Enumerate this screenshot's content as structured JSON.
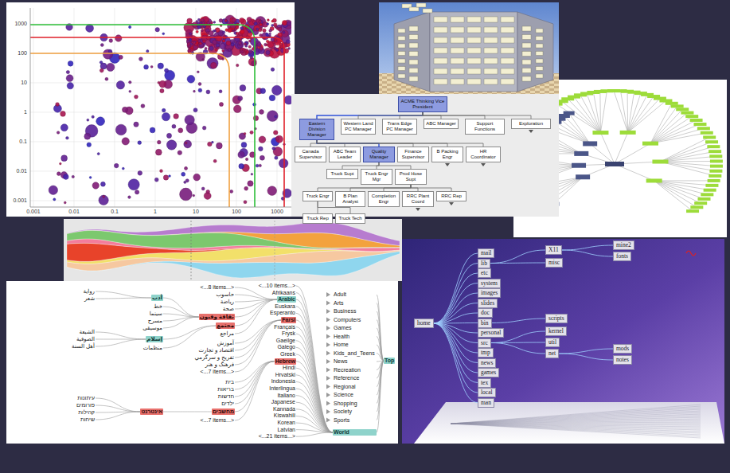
{
  "diagram": {
    "nodes": [
      {
        "text": [
          "ACME Thinking Vice President"
        ]
      },
      {
        "text": [
          "Eastern Division Manager"
        ]
      },
      {
        "text": [
          "Western Land PC Manager"
        ]
      },
      {
        "text": [
          "Trans Edge PC Manager"
        ]
      },
      {
        "text": [
          "ABC Manager"
        ]
      },
      {
        "text": [
          "Support Functions"
        ]
      },
      {
        "text": [
          "Exploration"
        ]
      },
      {
        "text": [
          "Canada Supervisor"
        ]
      },
      {
        "text": [
          "ABC Team Leader"
        ]
      },
      {
        "text": [
          "Quality Manager"
        ]
      },
      {
        "text": [
          "Finance Supervisor"
        ]
      },
      {
        "text": [
          "B Packing Engr"
        ]
      },
      {
        "text": [
          "HR Coordinator"
        ]
      },
      {
        "text": [
          "Truck Supt"
        ]
      },
      {
        "text": [
          "Truck Engr Mgr"
        ]
      },
      {
        "text": [
          "Prod Hose Supt"
        ]
      },
      {
        "text": [
          "Truck Engr"
        ]
      },
      {
        "text": [
          "B Plan Analyst"
        ]
      },
      {
        "text": [
          "Completion Engr"
        ]
      },
      {
        "text": [
          "RRC Plant Coord"
        ]
      },
      {
        "text": [
          "RRC Rep"
        ]
      },
      {
        "text": [
          "Truck Rep"
        ]
      },
      {
        "text": [
          "Truck Tech"
        ]
      },
      {
        "text": [
          "Top"
        ]
      },
      {
        "text": [
          "Adult"
        ]
      },
      {
        "text": [
          "Arts"
        ]
      },
      {
        "text": [
          "Business"
        ]
      },
      {
        "text": [
          "Computers"
        ]
      },
      {
        "text": [
          "Games"
        ]
      },
      {
        "text": [
          "Health"
        ]
      },
      {
        "text": [
          "Home"
        ]
      },
      {
        "text": [
          "Kids_and_Teens"
        ]
      },
      {
        "text": [
          "News"
        ]
      },
      {
        "text": [
          "Recreation"
        ]
      },
      {
        "text": [
          "Reference"
        ]
      },
      {
        "text": [
          "Regional"
        ]
      },
      {
        "text": [
          "Science"
        ]
      },
      {
        "text": [
          "Shopping"
        ]
      },
      {
        "text": [
          "Society"
        ]
      },
      {
        "text": [
          "Sports"
        ]
      },
      {
        "text": [
          "World"
        ]
      },
      {
        "text": [
          "<...10 items...>"
        ]
      },
      {
        "text": [
          "Afrikaans"
        ]
      },
      {
        "text": [
          "Arabic"
        ]
      },
      {
        "text": [
          "Euskara"
        ]
      },
      {
        "text": [
          "Esperanto"
        ]
      },
      {
        "text": [
          "Farsi"
        ]
      },
      {
        "text": [
          "Français"
        ]
      },
      {
        "text": [
          "Frysk"
        ]
      },
      {
        "text": [
          "Gaeilge"
        ]
      },
      {
        "text": [
          "Galego"
        ]
      },
      {
        "text": [
          "Greek"
        ]
      },
      {
        "text": [
          "Hebrew"
        ]
      },
      {
        "text": [
          "Hindi"
        ]
      },
      {
        "text": [
          "Hrvatski"
        ]
      },
      {
        "text": [
          "Indonesia"
        ]
      },
      {
        "text": [
          "Interlingua"
        ]
      },
      {
        "text": [
          "Italiano"
        ]
      },
      {
        "text": [
          "Japanese"
        ]
      },
      {
        "text": [
          "Kannada"
        ]
      },
      {
        "text": [
          "Kiswahili"
        ]
      },
      {
        "text": [
          "Korean"
        ]
      },
      {
        "text": [
          "Latvian"
        ]
      },
      {
        "text": [
          "<...21 items...>"
        ]
      },
      {
        "text": [
          "<...8 items...>"
        ]
      },
      {
        "text": [
          "حاسوب"
        ]
      },
      {
        "text": [
          "رياضة"
        ]
      },
      {
        "text": [
          "صحة"
        ]
      },
      {
        "text": [
          "ثقافة وفنون"
        ]
      },
      {
        "text": [
          "مجتمع"
        ]
      },
      {
        "text": [
          "مراجع"
        ]
      },
      {
        "text": [
          "آموزش"
        ]
      },
      {
        "text": [
          "اقتصاد و تجارت"
        ]
      },
      {
        "text": [
          "تفريح و سرگرمي"
        ]
      },
      {
        "text": [
          "فرهنگ و هنر"
        ]
      },
      {
        "text": [
          "<...7 items...>"
        ]
      },
      {
        "text": [
          "בית"
        ]
      },
      {
        "text": [
          "בריאות"
        ]
      },
      {
        "text": [
          "חדשות"
        ]
      },
      {
        "text": [
          "ילדים"
        ]
      },
      {
        "text": [
          "מחשבים"
        ]
      },
      {
        "text": [
          "<...7 items...>"
        ]
      },
      {
        "text": [
          "أدب"
        ]
      },
      {
        "text": [
          "خط"
        ]
      },
      {
        "text": [
          "سينما"
        ]
      },
      {
        "text": [
          "مسرح"
        ]
      },
      {
        "text": [
          "موسيقى"
        ]
      },
      {
        "text": [
          "إسلام"
        ]
      },
      {
        "text": [
          "منظمات"
        ]
      },
      {
        "text": [
          "אינטרנט"
        ]
      },
      {
        "text": [
          "رواية"
        ]
      },
      {
        "text": [
          "شعر"
        ]
      },
      {
        "text": [
          "الشيعة"
        ]
      },
      {
        "text": [
          "الصوفية"
        ]
      },
      {
        "text": [
          "أهل السنة"
        ]
      },
      {
        "text": [
          "עיתונות"
        ]
      },
      {
        "text": [
          "פורומים"
        ]
      },
      {
        "text": [
          "קהילות"
        ]
      },
      {
        "text": [
          "שיחות"
        ]
      },
      {
        "text": [
          "home"
        ]
      },
      {
        "text": [
          "mail"
        ]
      },
      {
        "text": [
          "lib"
        ]
      },
      {
        "text": [
          "etc"
        ]
      },
      {
        "text": [
          "system"
        ]
      },
      {
        "text": [
          "images"
        ]
      },
      {
        "text": [
          "slides"
        ]
      },
      {
        "text": [
          "doc"
        ]
      },
      {
        "text": [
          "bin"
        ]
      },
      {
        "text": [
          "personal"
        ]
      },
      {
        "text": [
          "src"
        ]
      },
      {
        "text": [
          "tmp"
        ]
      },
      {
        "text": [
          "news"
        ]
      },
      {
        "text": [
          "games"
        ]
      },
      {
        "text": [
          "tex"
        ]
      },
      {
        "text": [
          "local"
        ]
      },
      {
        "text": [
          "man"
        ]
      },
      {
        "text": [
          "X11"
        ]
      },
      {
        "text": [
          "misc"
        ]
      },
      {
        "text": [
          "scripts"
        ]
      },
      {
        "text": [
          "kernel"
        ]
      },
      {
        "text": [
          "util"
        ]
      },
      {
        "text": [
          "net"
        ]
      },
      {
        "text": [
          "mine2"
        ]
      },
      {
        "text": [
          "fonts"
        ]
      },
      {
        "text": [
          "mods"
        ]
      },
      {
        "text": [
          "notes"
        ]
      }
    ],
    "edges": [
      {
        "from": 0,
        "to": 1,
        "arrow": "none"
      },
      {
        "from": 0,
        "to": 2,
        "arrow": "none"
      },
      {
        "from": 0,
        "to": 3,
        "arrow": "none"
      },
      {
        "from": 0,
        "to": 4,
        "arrow": "none"
      },
      {
        "from": 0,
        "to": 5,
        "arrow": "none"
      },
      {
        "from": 0,
        "to": 6,
        "arrow": "none"
      },
      {
        "from": 1,
        "to": 7,
        "arrow": "none"
      },
      {
        "from": 1,
        "to": 8,
        "arrow": "none"
      },
      {
        "from": 1,
        "to": 9,
        "arrow": "none"
      },
      {
        "from": 1,
        "to": 10,
        "arrow": "none"
      },
      {
        "from": 1,
        "to": 11,
        "arrow": "none"
      },
      {
        "from": 1,
        "to": 12,
        "arrow": "none"
      },
      {
        "from": 9,
        "to": 13,
        "arrow": "none"
      },
      {
        "from": 9,
        "to": 14,
        "arrow": "none"
      },
      {
        "from": 9,
        "to": 15,
        "arrow": "none"
      },
      {
        "from": 15,
        "to": 16,
        "arrow": "none"
      },
      {
        "from": 15,
        "to": 17,
        "arrow": "none"
      },
      {
        "from": 15,
        "to": 18,
        "arrow": "none"
      },
      {
        "from": 15,
        "to": 19,
        "arrow": "none"
      },
      {
        "from": 15,
        "to": 20,
        "arrow": "none"
      },
      {
        "from": 16,
        "to": 21,
        "arrow": "none"
      },
      {
        "from": 16,
        "to": 22,
        "arrow": "none"
      },
      {
        "from": 23,
        "to": 24,
        "arrow": "none"
      },
      {
        "from": 23,
        "to": 25,
        "arrow": "none"
      },
      {
        "from": 23,
        "to": 26,
        "arrow": "none"
      },
      {
        "from": 23,
        "to": 27,
        "arrow": "none"
      },
      {
        "from": 23,
        "to": 28,
        "arrow": "none"
      },
      {
        "from": 23,
        "to": 29,
        "arrow": "none"
      },
      {
        "from": 23,
        "to": 30,
        "arrow": "none"
      },
      {
        "from": 23,
        "to": 31,
        "arrow": "none"
      },
      {
        "from": 23,
        "to": 32,
        "arrow": "none"
      },
      {
        "from": 23,
        "to": 33,
        "arrow": "none"
      },
      {
        "from": 23,
        "to": 34,
        "arrow": "none"
      },
      {
        "from": 23,
        "to": 35,
        "arrow": "none"
      },
      {
        "from": 23,
        "to": 36,
        "arrow": "none"
      },
      {
        "from": 23,
        "to": 37,
        "arrow": "none"
      },
      {
        "from": 23,
        "to": 38,
        "arrow": "none"
      },
      {
        "from": 23,
        "to": 39,
        "arrow": "none"
      },
      {
        "from": 23,
        "to": 40,
        "arrow": "none"
      },
      {
        "from": 40,
        "to": 41,
        "arrow": "none"
      },
      {
        "from": 40,
        "to": 42,
        "arrow": "none"
      },
      {
        "from": 40,
        "to": 43,
        "arrow": "none"
      },
      {
        "from": 40,
        "to": 44,
        "arrow": "none"
      },
      {
        "from": 40,
        "to": 45,
        "arrow": "none"
      },
      {
        "from": 40,
        "to": 46,
        "arrow": "none"
      },
      {
        "from": 40,
        "to": 47,
        "arrow": "none"
      },
      {
        "from": 40,
        "to": 48,
        "arrow": "none"
      },
      {
        "from": 40,
        "to": 49,
        "arrow": "none"
      },
      {
        "from": 40,
        "to": 50,
        "arrow": "none"
      },
      {
        "from": 40,
        "to": 51,
        "arrow": "none"
      },
      {
        "from": 40,
        "to": 52,
        "arrow": "none"
      },
      {
        "from": 40,
        "to": 53,
        "arrow": "none"
      },
      {
        "from": 40,
        "to": 54,
        "arrow": "none"
      },
      {
        "from": 40,
        "to": 55,
        "arrow": "none"
      },
      {
        "from": 40,
        "to": 56,
        "arrow": "none"
      },
      {
        "from": 40,
        "to": 57,
        "arrow": "none"
      },
      {
        "from": 40,
        "to": 58,
        "arrow": "none"
      },
      {
        "from": 40,
        "to": 59,
        "arrow": "none"
      },
      {
        "from": 40,
        "to": 60,
        "arrow": "none"
      },
      {
        "from": 40,
        "to": 61,
        "arrow": "none"
      },
      {
        "from": 40,
        "to": 62,
        "arrow": "none"
      },
      {
        "from": 40,
        "to": 63,
        "arrow": "none"
      },
      {
        "from": 43,
        "to": 64,
        "arrow": "none"
      },
      {
        "from": 43,
        "to": 65,
        "arrow": "none"
      },
      {
        "from": 43,
        "to": 66,
        "arrow": "none"
      },
      {
        "from": 43,
        "to": 67,
        "arrow": "none"
      },
      {
        "from": 43,
        "to": 68,
        "arrow": "none"
      },
      {
        "from": 43,
        "to": 69,
        "arrow": "none"
      },
      {
        "from": 43,
        "to": 70,
        "arrow": "none"
      },
      {
        "from": 46,
        "to": 71,
        "arrow": "none"
      },
      {
        "from": 46,
        "to": 72,
        "arrow": "none"
      },
      {
        "from": 46,
        "to": 73,
        "arrow": "none"
      },
      {
        "from": 46,
        "to": 74,
        "arrow": "none"
      },
      {
        "from": 46,
        "to": 75,
        "arrow": "none"
      },
      {
        "from": 52,
        "to": 76,
        "arrow": "none"
      },
      {
        "from": 52,
        "to": 77,
        "arrow": "none"
      },
      {
        "from": 52,
        "to": 78,
        "arrow": "none"
      },
      {
        "from": 52,
        "to": 79,
        "arrow": "none"
      },
      {
        "from": 52,
        "to": 80,
        "arrow": "none"
      },
      {
        "from": 52,
        "to": 81,
        "arrow": "none"
      },
      {
        "from": 68,
        "to": 82,
        "arrow": "none"
      },
      {
        "from": 68,
        "to": 83,
        "arrow": "none"
      },
      {
        "from": 68,
        "to": 84,
        "arrow": "none"
      },
      {
        "from": 68,
        "to": 85,
        "arrow": "none"
      },
      {
        "from": 68,
        "to": 86,
        "arrow": "none"
      },
      {
        "from": 69,
        "to": 87,
        "arrow": "none"
      },
      {
        "from": 69,
        "to": 88,
        "arrow": "none"
      },
      {
        "from": 80,
        "to": 89,
        "arrow": "none"
      },
      {
        "from": 82,
        "to": 90,
        "arrow": "none"
      },
      {
        "from": 82,
        "to": 91,
        "arrow": "none"
      },
      {
        "from": 87,
        "to": 92,
        "arrow": "none"
      },
      {
        "from": 87,
        "to": 93,
        "arrow": "none"
      },
      {
        "from": 87,
        "to": 94,
        "arrow": "none"
      },
      {
        "from": 89,
        "to": 95,
        "arrow": "none"
      },
      {
        "from": 89,
        "to": 96,
        "arrow": "none"
      },
      {
        "from": 89,
        "to": 97,
        "arrow": "none"
      },
      {
        "from": 89,
        "to": 98,
        "arrow": "none"
      },
      {
        "from": 99,
        "to": 100,
        "arrow": "none"
      },
      {
        "from": 99,
        "to": 101,
        "arrow": "none"
      },
      {
        "from": 99,
        "to": 102,
        "arrow": "none"
      },
      {
        "from": 99,
        "to": 103,
        "arrow": "none"
      },
      {
        "from": 99,
        "to": 104,
        "arrow": "none"
      },
      {
        "from": 99,
        "to": 105,
        "arrow": "none"
      },
      {
        "from": 99,
        "to": 106,
        "arrow": "none"
      },
      {
        "from": 99,
        "to": 107,
        "arrow": "none"
      },
      {
        "from": 99,
        "to": 108,
        "arrow": "none"
      },
      {
        "from": 99,
        "to": 109,
        "arrow": "none"
      },
      {
        "from": 99,
        "to": 110,
        "arrow": "none"
      },
      {
        "from": 99,
        "to": 111,
        "arrow": "none"
      },
      {
        "from": 99,
        "to": 112,
        "arrow": "none"
      },
      {
        "from": 99,
        "to": 113,
        "arrow": "none"
      },
      {
        "from": 99,
        "to": 114,
        "arrow": "none"
      },
      {
        "from": 99,
        "to": 115,
        "arrow": "none"
      },
      {
        "from": 101,
        "to": 116,
        "arrow": "none"
      },
      {
        "from": 101,
        "to": 117,
        "arrow": "none"
      },
      {
        "from": 107,
        "to": 118,
        "arrow": "none"
      },
      {
        "from": 109,
        "to": 119,
        "arrow": "none"
      },
      {
        "from": 109,
        "to": 120,
        "arrow": "none"
      },
      {
        "from": 109,
        "to": 121,
        "arrow": "none"
      },
      {
        "from": 116,
        "to": 122,
        "arrow": "none"
      },
      {
        "from": 116,
        "to": 123,
        "arrow": "none"
      },
      {
        "from": 121,
        "to": 124,
        "arrow": "none"
      },
      {
        "from": 121,
        "to": 125,
        "arrow": "none"
      }
    ],
    "labels": [
      "1000",
      "100",
      "10",
      "1",
      "0.1",
      "0.01",
      "0.001",
      "0.001",
      "0.01",
      "0.1",
      "1",
      "10",
      "100",
      "1000"
    ]
  }
}
